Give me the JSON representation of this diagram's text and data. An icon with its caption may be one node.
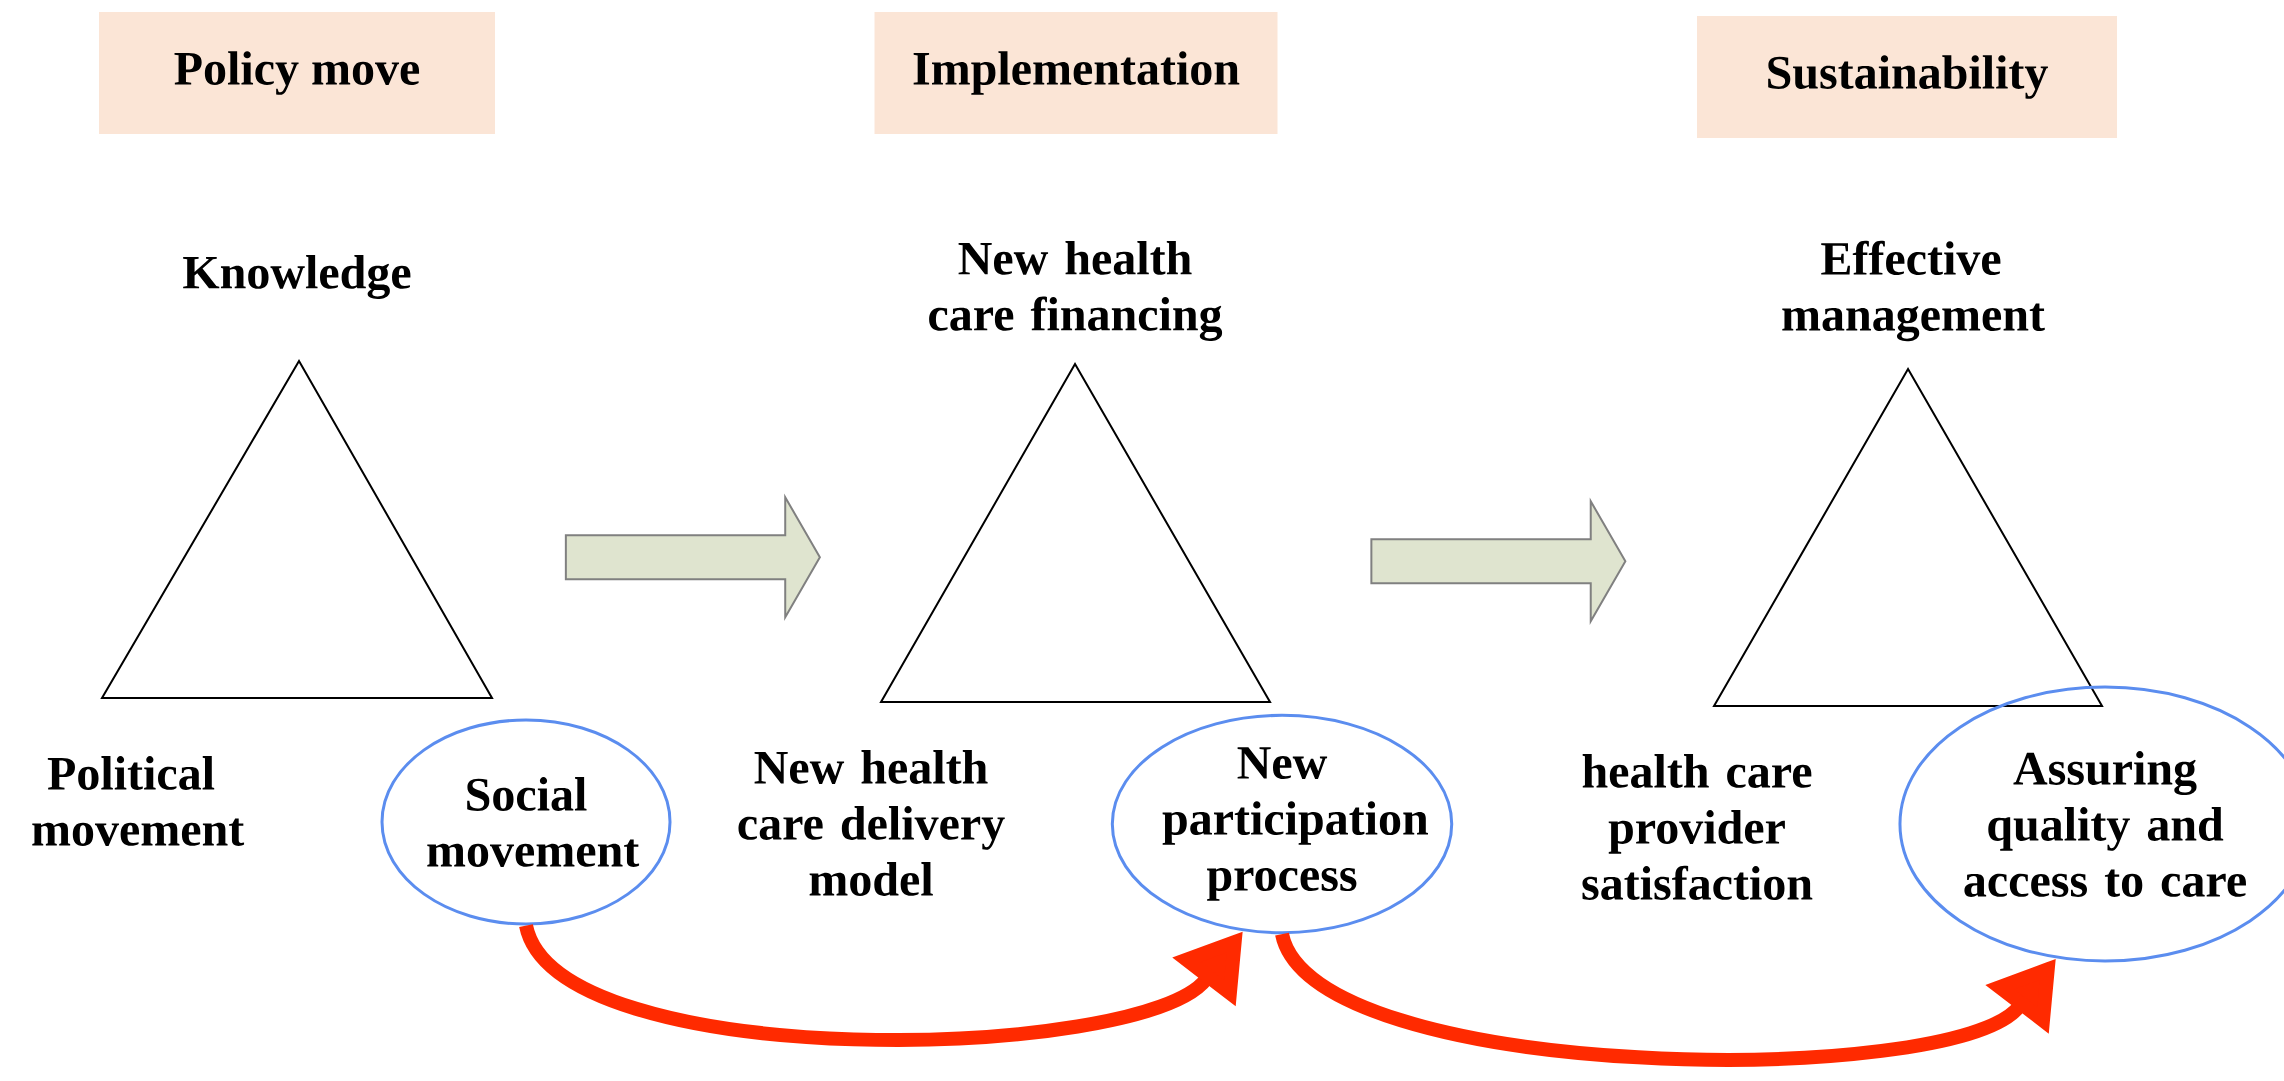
{
  "diagram": {
    "nodes": [
      {
        "text": [
          "Policy move"
        ]
      },
      {
        "text": [
          "Implementation"
        ]
      },
      {
        "text": [
          "Sustainability"
        ]
      },
      {
        "text": [],
        "shape": "triangle"
      },
      {
        "text": [],
        "shape": "triangle"
      },
      {
        "text": [],
        "shape": "triangle"
      },
      {
        "text": [
          "Social movement"
        ]
      },
      {
        "text": [
          "New participation process"
        ]
      },
      {
        "text": [
          "Assuring quality and access to care"
        ]
      }
    ],
    "edges": [
      {
        "from": 3,
        "to": 4,
        "arrow": "to",
        "color": "#dfe4cf"
      },
      {
        "from": 4,
        "to": 5,
        "arrow": "to",
        "color": "#dfe4cf"
      },
      {
        "from": 6,
        "to": 7,
        "arrow": "to",
        "color": "#ff2a00"
      },
      {
        "from": 7,
        "to": 8,
        "arrow": "to",
        "color": "#ff2a00"
      }
    ],
    "labels": [
      "Knowledge",
      "New health care financing",
      "Effective management",
      "Political movement",
      "New health care delivery model",
      "health care provider satisfaction"
    ]
  }
}
